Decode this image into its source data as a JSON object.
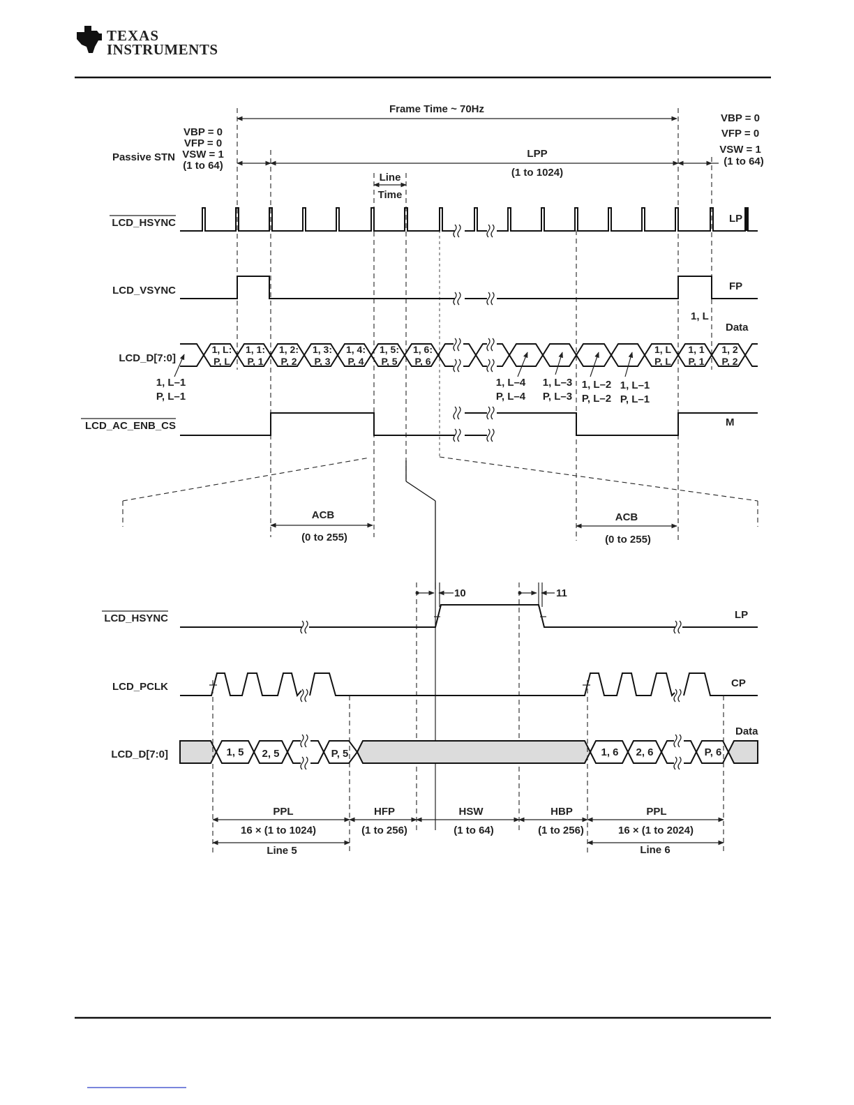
{
  "header": {
    "logo_text_line1": "Texas",
    "logo_text_line2": "Instruments"
  },
  "colors": {
    "rule": "#111111",
    "signal": "#111111",
    "gray_fill": "#dcdcdc",
    "footer_link": "#2a3cc7"
  },
  "top": {
    "frame_time": "Frame Time ~ 70Hz",
    "left_params": {
      "vbp": "VBP = 0",
      "vfp": "VFP = 0",
      "vsw": "VSW = 1",
      "range": "(1 to 64)",
      "mode": "Passive STN"
    },
    "right_params": {
      "vbp": "VBP = 0",
      "vfp": "VFP = 0",
      "vsw": "VSW = 1",
      "range": "(1 to 64)"
    },
    "lpp": "LPP",
    "lpp_range": "(1 to 1024)",
    "line": "Line",
    "time": "Time",
    "signals": {
      "hsync": "LCD_HSYNC",
      "vsync": "LCD_VSYNC",
      "data": "LCD_D[7:0]",
      "ac_enb": "LCD_AC_ENB_CS"
    },
    "right_labels": {
      "lp": "LP",
      "fp": "FP",
      "one_l": "1, L",
      "data": "Data",
      "m": "M"
    },
    "data_cells": [
      [
        "1, L:",
        "P, L"
      ],
      [
        "1, 1:",
        "P, 1"
      ],
      [
        "1, 2:",
        "P, 2"
      ],
      [
        "1, 3:",
        "P, 3"
      ],
      [
        "1, 4:",
        "P, 4"
      ],
      [
        "1, 5:",
        "P, 5"
      ],
      [
        "1, 6:",
        "P, 6"
      ],
      [
        "1, L",
        "P, L"
      ],
      [
        "1, 1",
        "P, 1"
      ],
      [
        "1, 2",
        "P, 2"
      ]
    ],
    "callouts": [
      [
        "1, L–1",
        "P, L–1"
      ],
      [
        "1, L–4",
        "P, L–4"
      ],
      [
        "1, L–3",
        "P, L–3"
      ],
      [
        "1,  L–2",
        "P, L–2"
      ],
      [
        "1, L–1",
        "P, L–1"
      ]
    ],
    "acb": "ACB",
    "acb_range": "(0 to 255)"
  },
  "bottom": {
    "signals": {
      "hsync": "LCD_HSYNC",
      "pclk": "LCD_PCLK",
      "data": "LCD_D[7:0]"
    },
    "right_labels": {
      "lp": "LP",
      "cp": "CP",
      "data": "Data"
    },
    "t10": "10",
    "t11": "11",
    "cells": [
      "1, 5",
      "2, 5",
      "P, 5",
      "1, 6",
      "2, 6",
      "P, 6"
    ],
    "segments": [
      {
        "name": "PPL",
        "range": "16 × (1 to 1024)"
      },
      {
        "name": "HFP",
        "range": "(1 to 256)"
      },
      {
        "name": "HSW",
        "range": "(1 to 64)"
      },
      {
        "name": "HBP",
        "range": "(1 to 256)"
      },
      {
        "name": "PPL",
        "range": "16 × (1 to 2024)"
      }
    ],
    "line5": "Line 5",
    "line6": "Line 6"
  }
}
